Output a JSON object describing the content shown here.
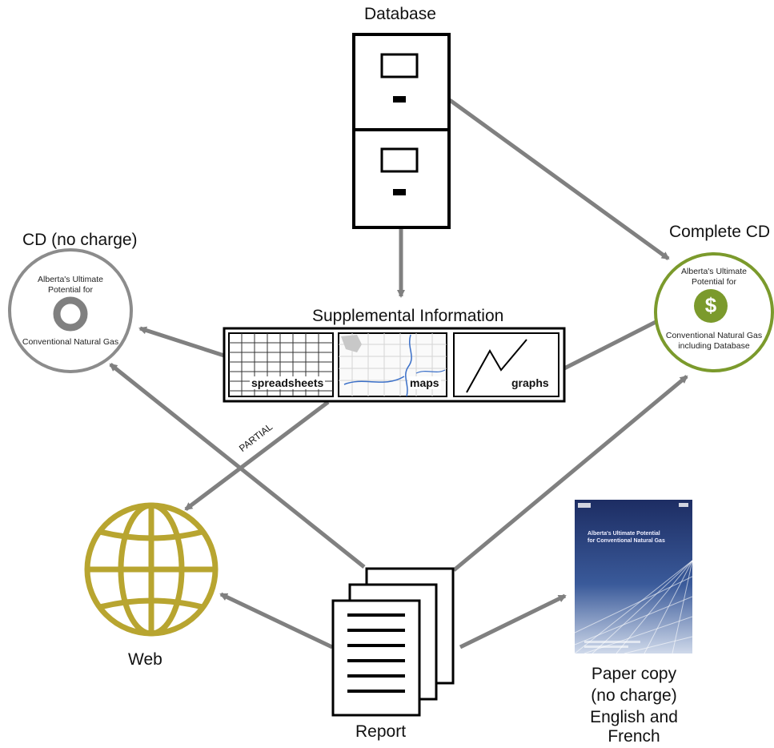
{
  "database": {
    "label": "Database"
  },
  "cd_free": {
    "label": "CD (no charge)",
    "line1": "Alberta's Ultimate",
    "line2": "Potential for",
    "line3": "Conventional Natural Gas"
  },
  "complete_cd": {
    "label": "Complete CD",
    "line1": "Alberta's Ultimate",
    "line2": "Potential for",
    "line3": "Conventional Natural Gas",
    "line4": "including Database",
    "symbol": "$"
  },
  "supplemental": {
    "title": "Supplemental Information",
    "panels": [
      "spreadsheets",
      "maps",
      "graphs"
    ]
  },
  "partial_label": "PARTIAL",
  "web": {
    "label": "Web"
  },
  "report": {
    "label": "Report"
  },
  "paper": {
    "line1": "Paper copy",
    "line2": "(no charge)",
    "line3": "English and French",
    "cover_title1": "Alberta's Ultimate Potential",
    "cover_title2": "for Conventional Natural Gas"
  },
  "colors": {
    "arrow": "#808080",
    "cd_free_ring": "#8c8c8c",
    "complete_cd_ring": "#7b9a2c",
    "web_globe": "#b8a530",
    "cover_blue": "#2a3f7a"
  }
}
